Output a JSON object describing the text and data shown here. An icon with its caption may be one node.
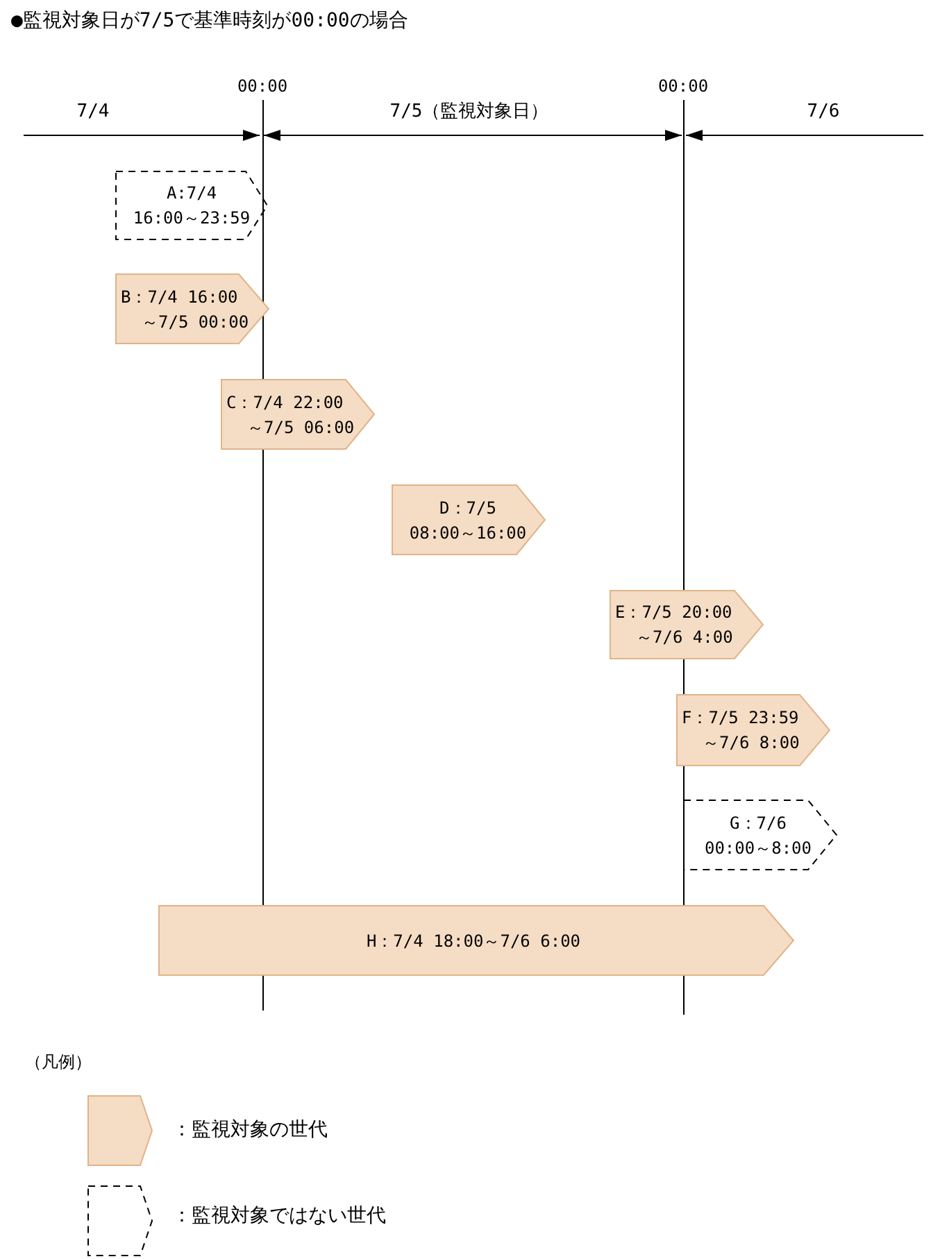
{
  "diagram": {
    "title": "●監視対象日が7/5で基準時刻が00:00の場合",
    "nodes": [
      {
        "text": [
          "A:7/4 16:00～23:59"
        ]
      },
      {
        "text": [
          "B：7/4 16:00 ～7/5 00:00"
        ]
      },
      {
        "text": [
          "C：7/4 22:00 ～7/5 06:00"
        ]
      },
      {
        "text": [
          "D：7/5 08:00～16:00"
        ]
      },
      {
        "text": [
          "E：7/5 20:00 ～7/6 4:00"
        ]
      },
      {
        "text": [
          "F：7/5 23:59 ～7/6 8:00"
        ]
      },
      {
        "text": [
          "G：7/6 00:00～8:00"
        ]
      },
      {
        "text": [
          "H：7/4 18:00～7/6 6:00"
        ]
      }
    ],
    "labels": [
      "00:00",
      "00:00",
      "7/4",
      "7/5（監視対象日）",
      "7/6",
      "（凡例）"
    ],
    "legend": [
      {
        "text": "：監視対象の世代",
        "color": "#f5dcc4"
      },
      {
        "text": "：監視対象ではない世代"
      }
    ]
  }
}
